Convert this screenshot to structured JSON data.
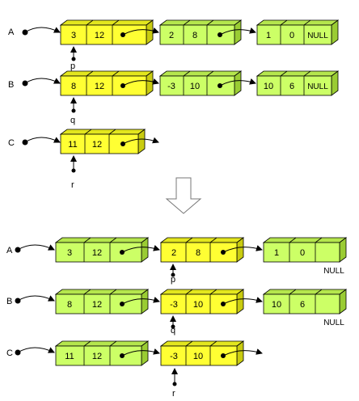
{
  "colors": {
    "yellow_front": "#ffff33",
    "yellow_top": "#e3e61e",
    "yellow_side": "#c9cc10",
    "green_front": "#ccff66",
    "green_top": "#b5e64d",
    "green_side": "#9acc33",
    "stroke": "#000000"
  },
  "icons": {
    "down_arrow": "hollow-down-arrow-icon",
    "pointer_dot": "filled-circle-icon"
  },
  "before": {
    "lists": [
      {
        "name": "A",
        "pointer": "p",
        "nodes": [
          {
            "color": "yellow",
            "v1": "3",
            "v2": "12",
            "last": ""
          },
          {
            "color": "green",
            "v1": "2",
            "v2": "8",
            "last": ""
          },
          {
            "color": "green",
            "v1": "1",
            "v2": "0",
            "last": "NULL"
          }
        ]
      },
      {
        "name": "B",
        "pointer": "q",
        "nodes": [
          {
            "color": "yellow",
            "v1": "8",
            "v2": "12",
            "last": ""
          },
          {
            "color": "green",
            "v1": "-3",
            "v2": "10",
            "last": ""
          },
          {
            "color": "green",
            "v1": "10",
            "v2": "6",
            "last": "NULL"
          }
        ]
      },
      {
        "name": "C",
        "pointer": "r",
        "nodes": [
          {
            "color": "yellow",
            "v1": "11",
            "v2": "12",
            "last": ""
          }
        ]
      }
    ]
  },
  "after": {
    "lists": [
      {
        "name": "A",
        "pointer": "p",
        "nodes": [
          {
            "color": "green",
            "v1": "3",
            "v2": "12",
            "last": ""
          },
          {
            "color": "yellow",
            "v1": "2",
            "v2": "8",
            "last": ""
          },
          {
            "color": "green",
            "v1": "1",
            "v2": "0",
            "last": "",
            "below": "NULL"
          }
        ]
      },
      {
        "name": "B",
        "pointer": "q",
        "nodes": [
          {
            "color": "green",
            "v1": "8",
            "v2": "12",
            "last": ""
          },
          {
            "color": "yellow",
            "v1": "-3",
            "v2": "10",
            "last": ""
          },
          {
            "color": "green",
            "v1": "10",
            "v2": "6",
            "last": "",
            "below": "NULL"
          }
        ]
      },
      {
        "name": "C",
        "pointer": "r",
        "nodes": [
          {
            "color": "green",
            "v1": "11",
            "v2": "12",
            "last": ""
          },
          {
            "color": "yellow",
            "v1": "-3",
            "v2": "10",
            "last": ""
          }
        ]
      }
    ]
  }
}
